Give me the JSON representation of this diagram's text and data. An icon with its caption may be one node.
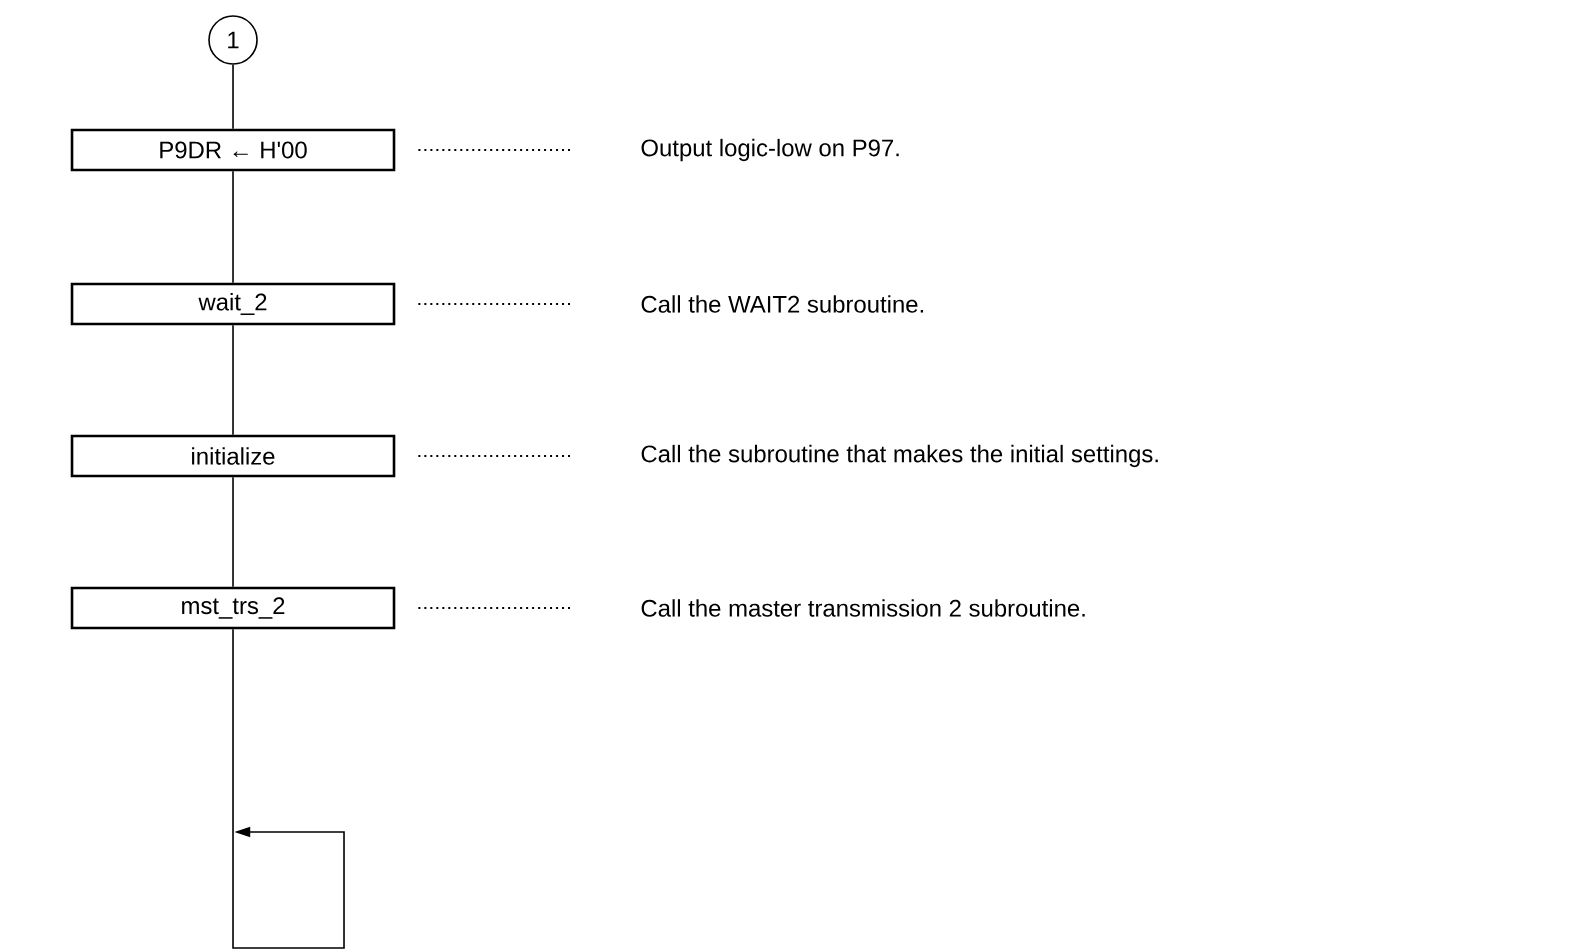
{
  "diagram": {
    "nodes": [
      {
        "text": [
          "1"
        ]
      },
      {
        "text": [
          "P9DR ← H'00"
        ]
      },
      {
        "text": [
          "Output logic-low on P97."
        ]
      },
      {
        "text": [
          "wait_2"
        ]
      },
      {
        "text": [
          "Call the WAIT2 subroutine."
        ]
      },
      {
        "text": [
          "initialize"
        ]
      },
      {
        "text": [
          "Call the subroutine that makes the initial settings."
        ]
      },
      {
        "text": [
          "mst_trs_2"
        ]
      },
      {
        "text": [
          "Call the master transmission 2 subroutine."
        ]
      }
    ],
    "edges": [
      {
        "from": 0,
        "to": 1,
        "arrow": "none"
      },
      {
        "from": 1,
        "to": 3,
        "arrow": "none"
      },
      {
        "from": 3,
        "to": 5,
        "arrow": "none"
      },
      {
        "from": 5,
        "to": 7,
        "arrow": "none"
      },
      {
        "from": 7,
        "to": null,
        "arrow": "to"
      },
      {
        "from": 2,
        "to": 1,
        "arrow": "none",
        "style": "dashed"
      },
      {
        "from": 4,
        "to": 3,
        "arrow": "none",
        "style": "dashed"
      },
      {
        "from": 6,
        "to": 5,
        "arrow": "none",
        "style": "dashed"
      },
      {
        "from": 8,
        "to": 7,
        "arrow": "none",
        "style": "dashed"
      }
    ]
  }
}
